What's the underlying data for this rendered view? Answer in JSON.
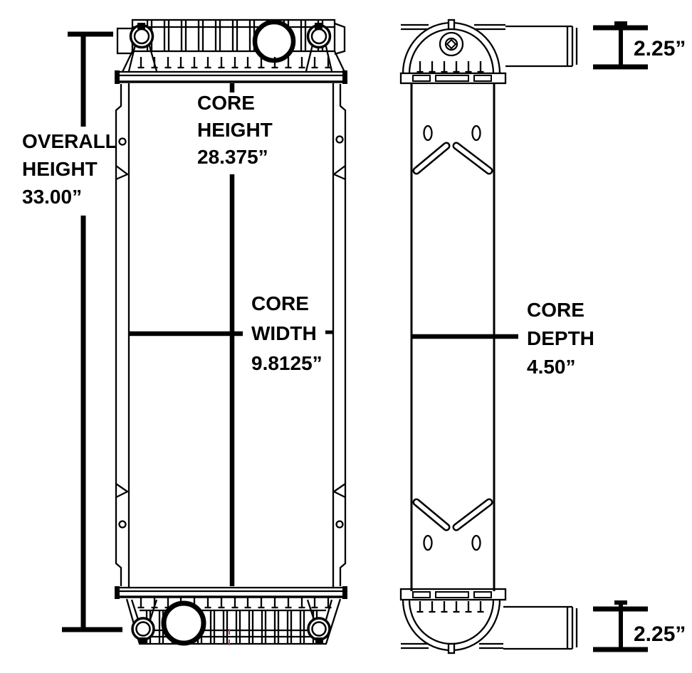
{
  "dims": {
    "overall_height": {
      "lines": [
        "OVERALL",
        "HEIGHT",
        "33.00”"
      ]
    },
    "core_height": {
      "lines": [
        "CORE",
        "HEIGHT",
        "28.375”"
      ]
    },
    "core_width": {
      "lines": [
        "CORE",
        "WIDTH",
        "9.8125”"
      ]
    },
    "core_depth": {
      "lines": [
        "CORE",
        "DEPTH",
        "4.50”"
      ]
    },
    "pipe_depth_top": {
      "label": "2.25”"
    },
    "pipe_depth_bottom": {
      "label": "2.25”"
    }
  },
  "colors": {
    "line": "#000000",
    "background": "#ffffff",
    "centerline_red": "#b05050"
  }
}
